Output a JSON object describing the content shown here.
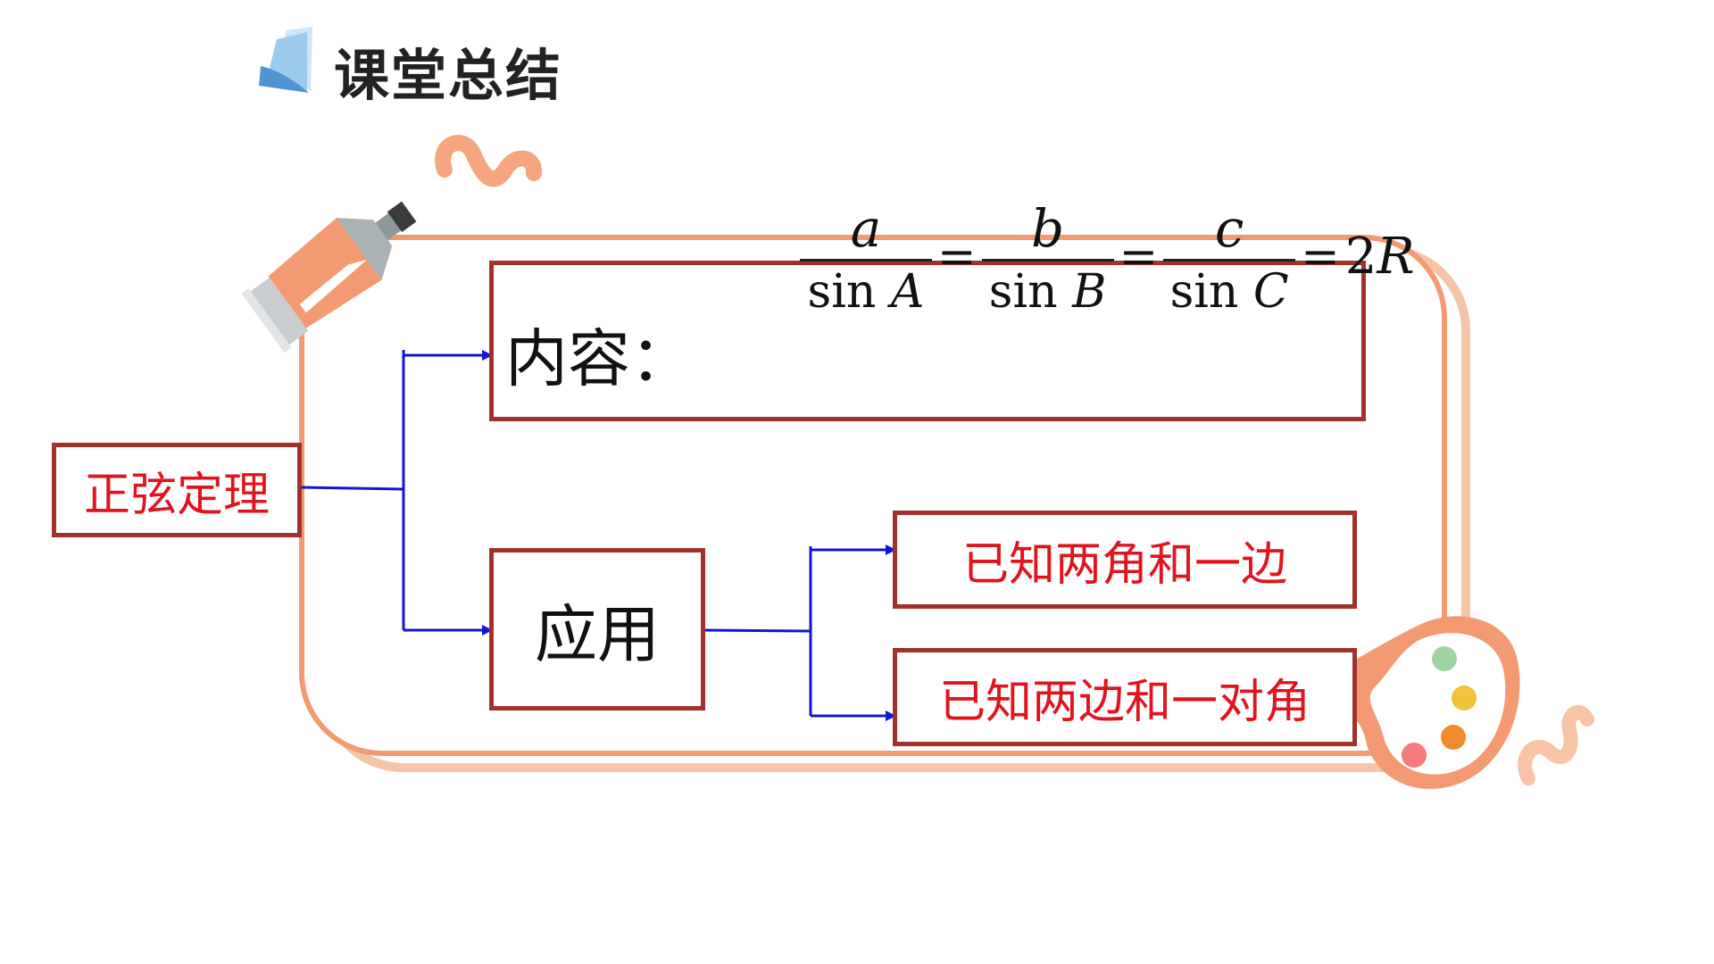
{
  "header": {
    "title": "课堂总结"
  },
  "diagram": {
    "root": "正弦定理",
    "content_label": "内容：",
    "application_label": "应用",
    "applications": [
      "已知两角和一边",
      "已知两边和一对角"
    ],
    "formula": {
      "numerators": [
        "a",
        "b",
        "c"
      ],
      "denominators": [
        {
          "fn": "sin",
          "var": "A"
        },
        {
          "fn": "sin",
          "var": "B"
        },
        {
          "fn": "sin",
          "var": "C"
        }
      ],
      "equals": "=",
      "result_coef": "2",
      "result_var": "R"
    }
  },
  "colors": {
    "frame": "#f39a72",
    "box_border": "#a1322b",
    "red_text": "#e0141e",
    "connector": "#1414d6"
  }
}
